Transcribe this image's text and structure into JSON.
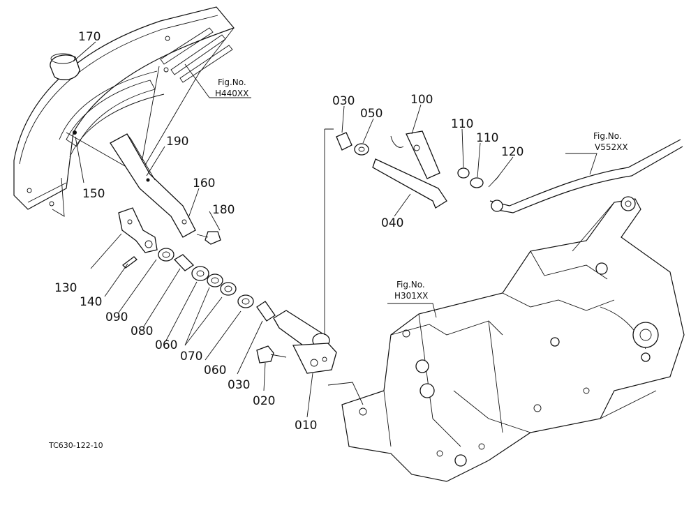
{
  "drawing": {
    "code": "TC630-122-10",
    "refs": [
      {
        "id": "h440",
        "line1": "Fig.No.",
        "line2": "H440XX"
      },
      {
        "id": "v552",
        "line1": "Fig.No.",
        "line2": "V552XX"
      },
      {
        "id": "h301",
        "line1": "Fig.No.",
        "line2": "H301XX"
      }
    ],
    "parts": [
      "170",
      "150",
      "190",
      "160",
      "180",
      "130",
      "140",
      "090",
      "080",
      "060",
      "070",
      "060",
      "030",
      "020",
      "010",
      "030",
      "050",
      "100",
      "110",
      "110",
      "120",
      "040"
    ]
  }
}
